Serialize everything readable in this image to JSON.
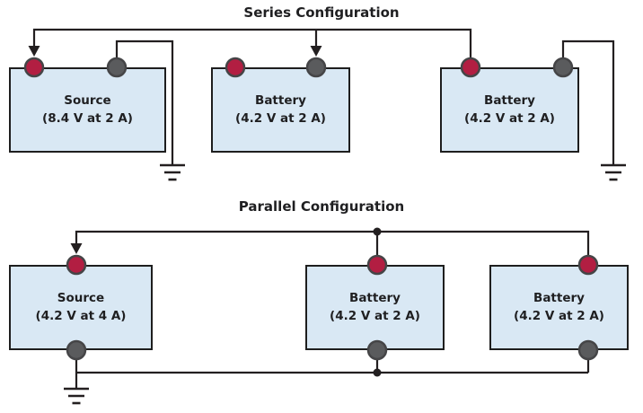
{
  "diagrams": {
    "series": {
      "title": "Series Configuration",
      "boxes": [
        {
          "label": "Source",
          "spec": "(8.4 V at 2 A)"
        },
        {
          "label": "Battery",
          "spec": "(4.2 V at 2 A)"
        },
        {
          "label": "Battery",
          "spec": "(4.2 V at 2 A)"
        }
      ]
    },
    "parallel": {
      "title": "Parallel Configuration",
      "boxes": [
        {
          "label": "Source",
          "spec": "(4.2 V at 4 A)"
        },
        {
          "label": "Battery",
          "spec": "(4.2 V at 2 A)"
        },
        {
          "label": "Battery",
          "spec": "(4.2 V at 2 A)"
        }
      ]
    }
  },
  "colors": {
    "box_fill": "#d9e8f4",
    "box_border": "#1e1e1e",
    "wire": "#231f20",
    "positive_terminal": "#b21e42",
    "negative_terminal": "#5a5b5d",
    "terminal_ring": "#454547"
  }
}
